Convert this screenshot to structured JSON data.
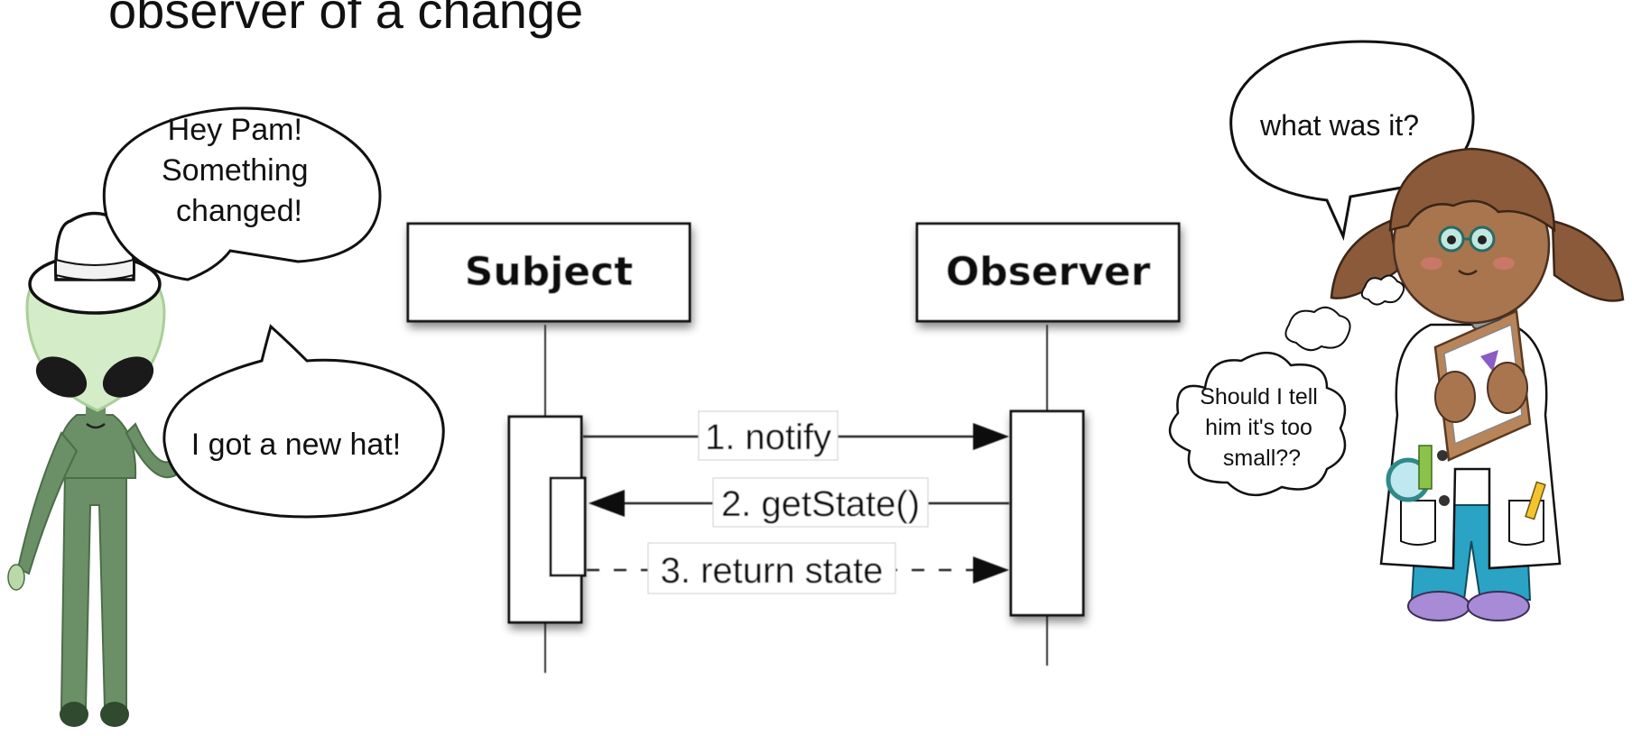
{
  "heading": "observer of a change",
  "alien": {
    "bubble1": [
      "Hey Pam!",
      "Something",
      "changed!"
    ],
    "bubble2": "I got a new hat!"
  },
  "scientist": {
    "speech": "what was it?",
    "thought": [
      "Should I tell",
      "him it's too",
      "small??"
    ]
  },
  "sequence": {
    "participants": [
      "Subject",
      "Observer"
    ],
    "messages": [
      {
        "label": "1. notify",
        "direction": "right",
        "style": "solid"
      },
      {
        "label": "2. getState()",
        "direction": "left",
        "style": "solid"
      },
      {
        "label": "3. return state",
        "direction": "right",
        "style": "dashed"
      }
    ]
  },
  "colors": {
    "alien_green": "#6b8f66",
    "alien_head": "#d4ecc8",
    "coat": "#ffffff",
    "hair": "#8a5a3a",
    "skin": "#a8754e",
    "pants": "#2aa3c5",
    "shoes": "#a78bd6"
  }
}
